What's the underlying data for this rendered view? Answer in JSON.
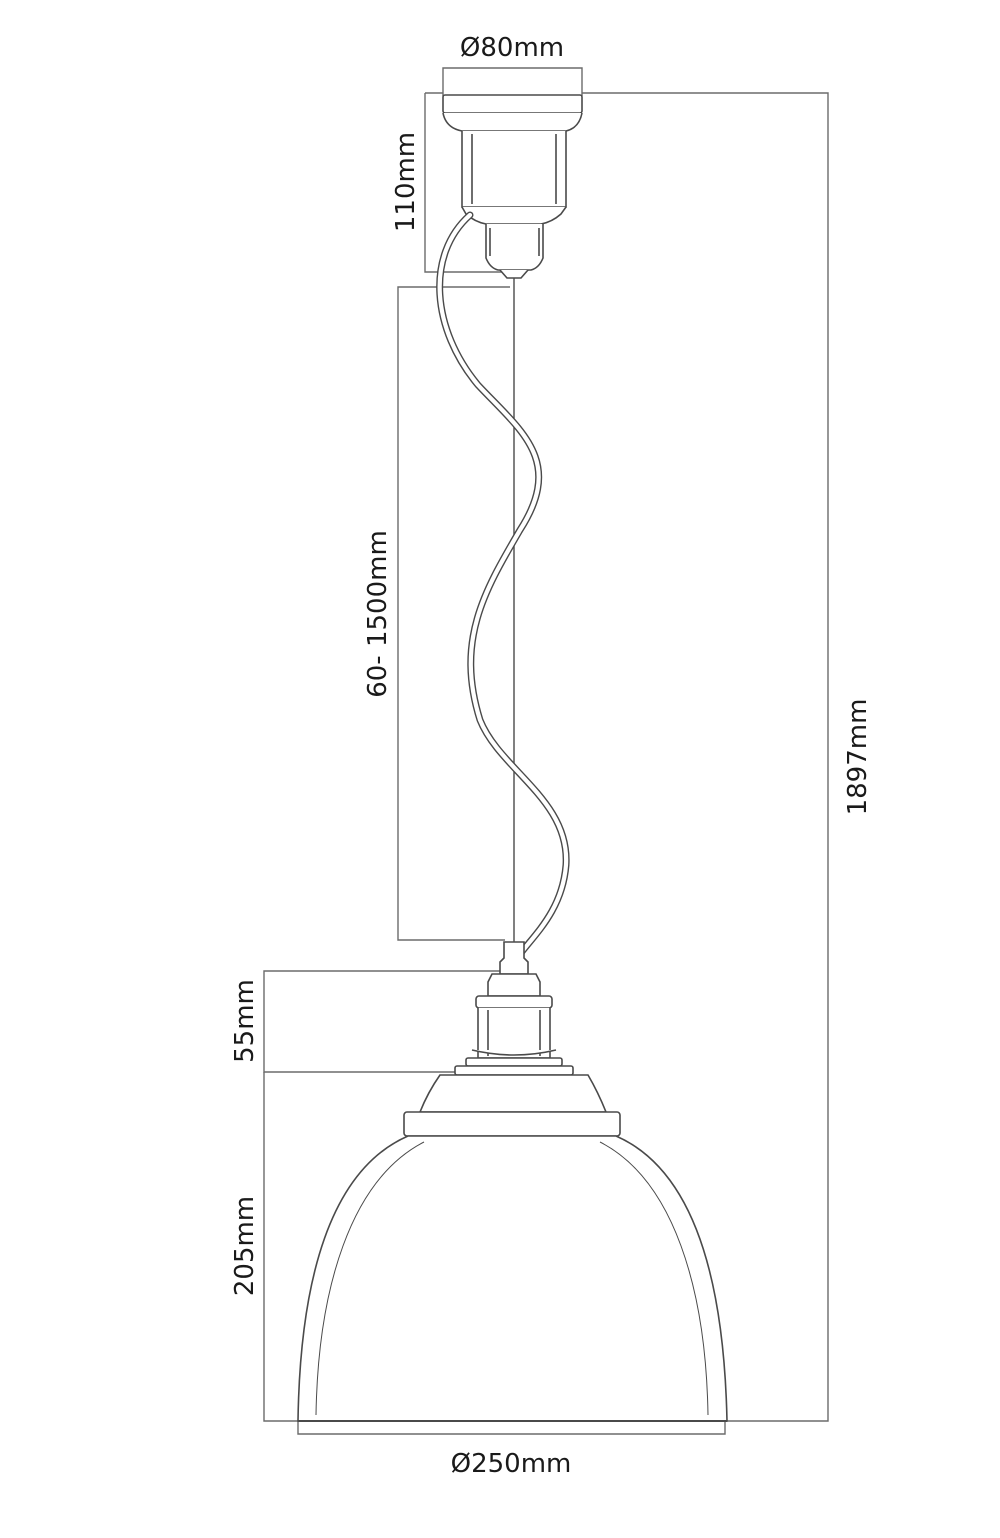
{
  "dimensions": {
    "canopy_diameter": "Ø80mm",
    "canopy_height": "110mm",
    "cable_length": "60- 1500mm",
    "total_height": "1897mm",
    "socket_height": "55mm",
    "shade_height": "205mm",
    "shade_diameter": "Ø250mm"
  },
  "colors": {
    "line": "#4a4a4a",
    "dimension_line": "#6b6b6b",
    "text": "#1a1a1a"
  }
}
